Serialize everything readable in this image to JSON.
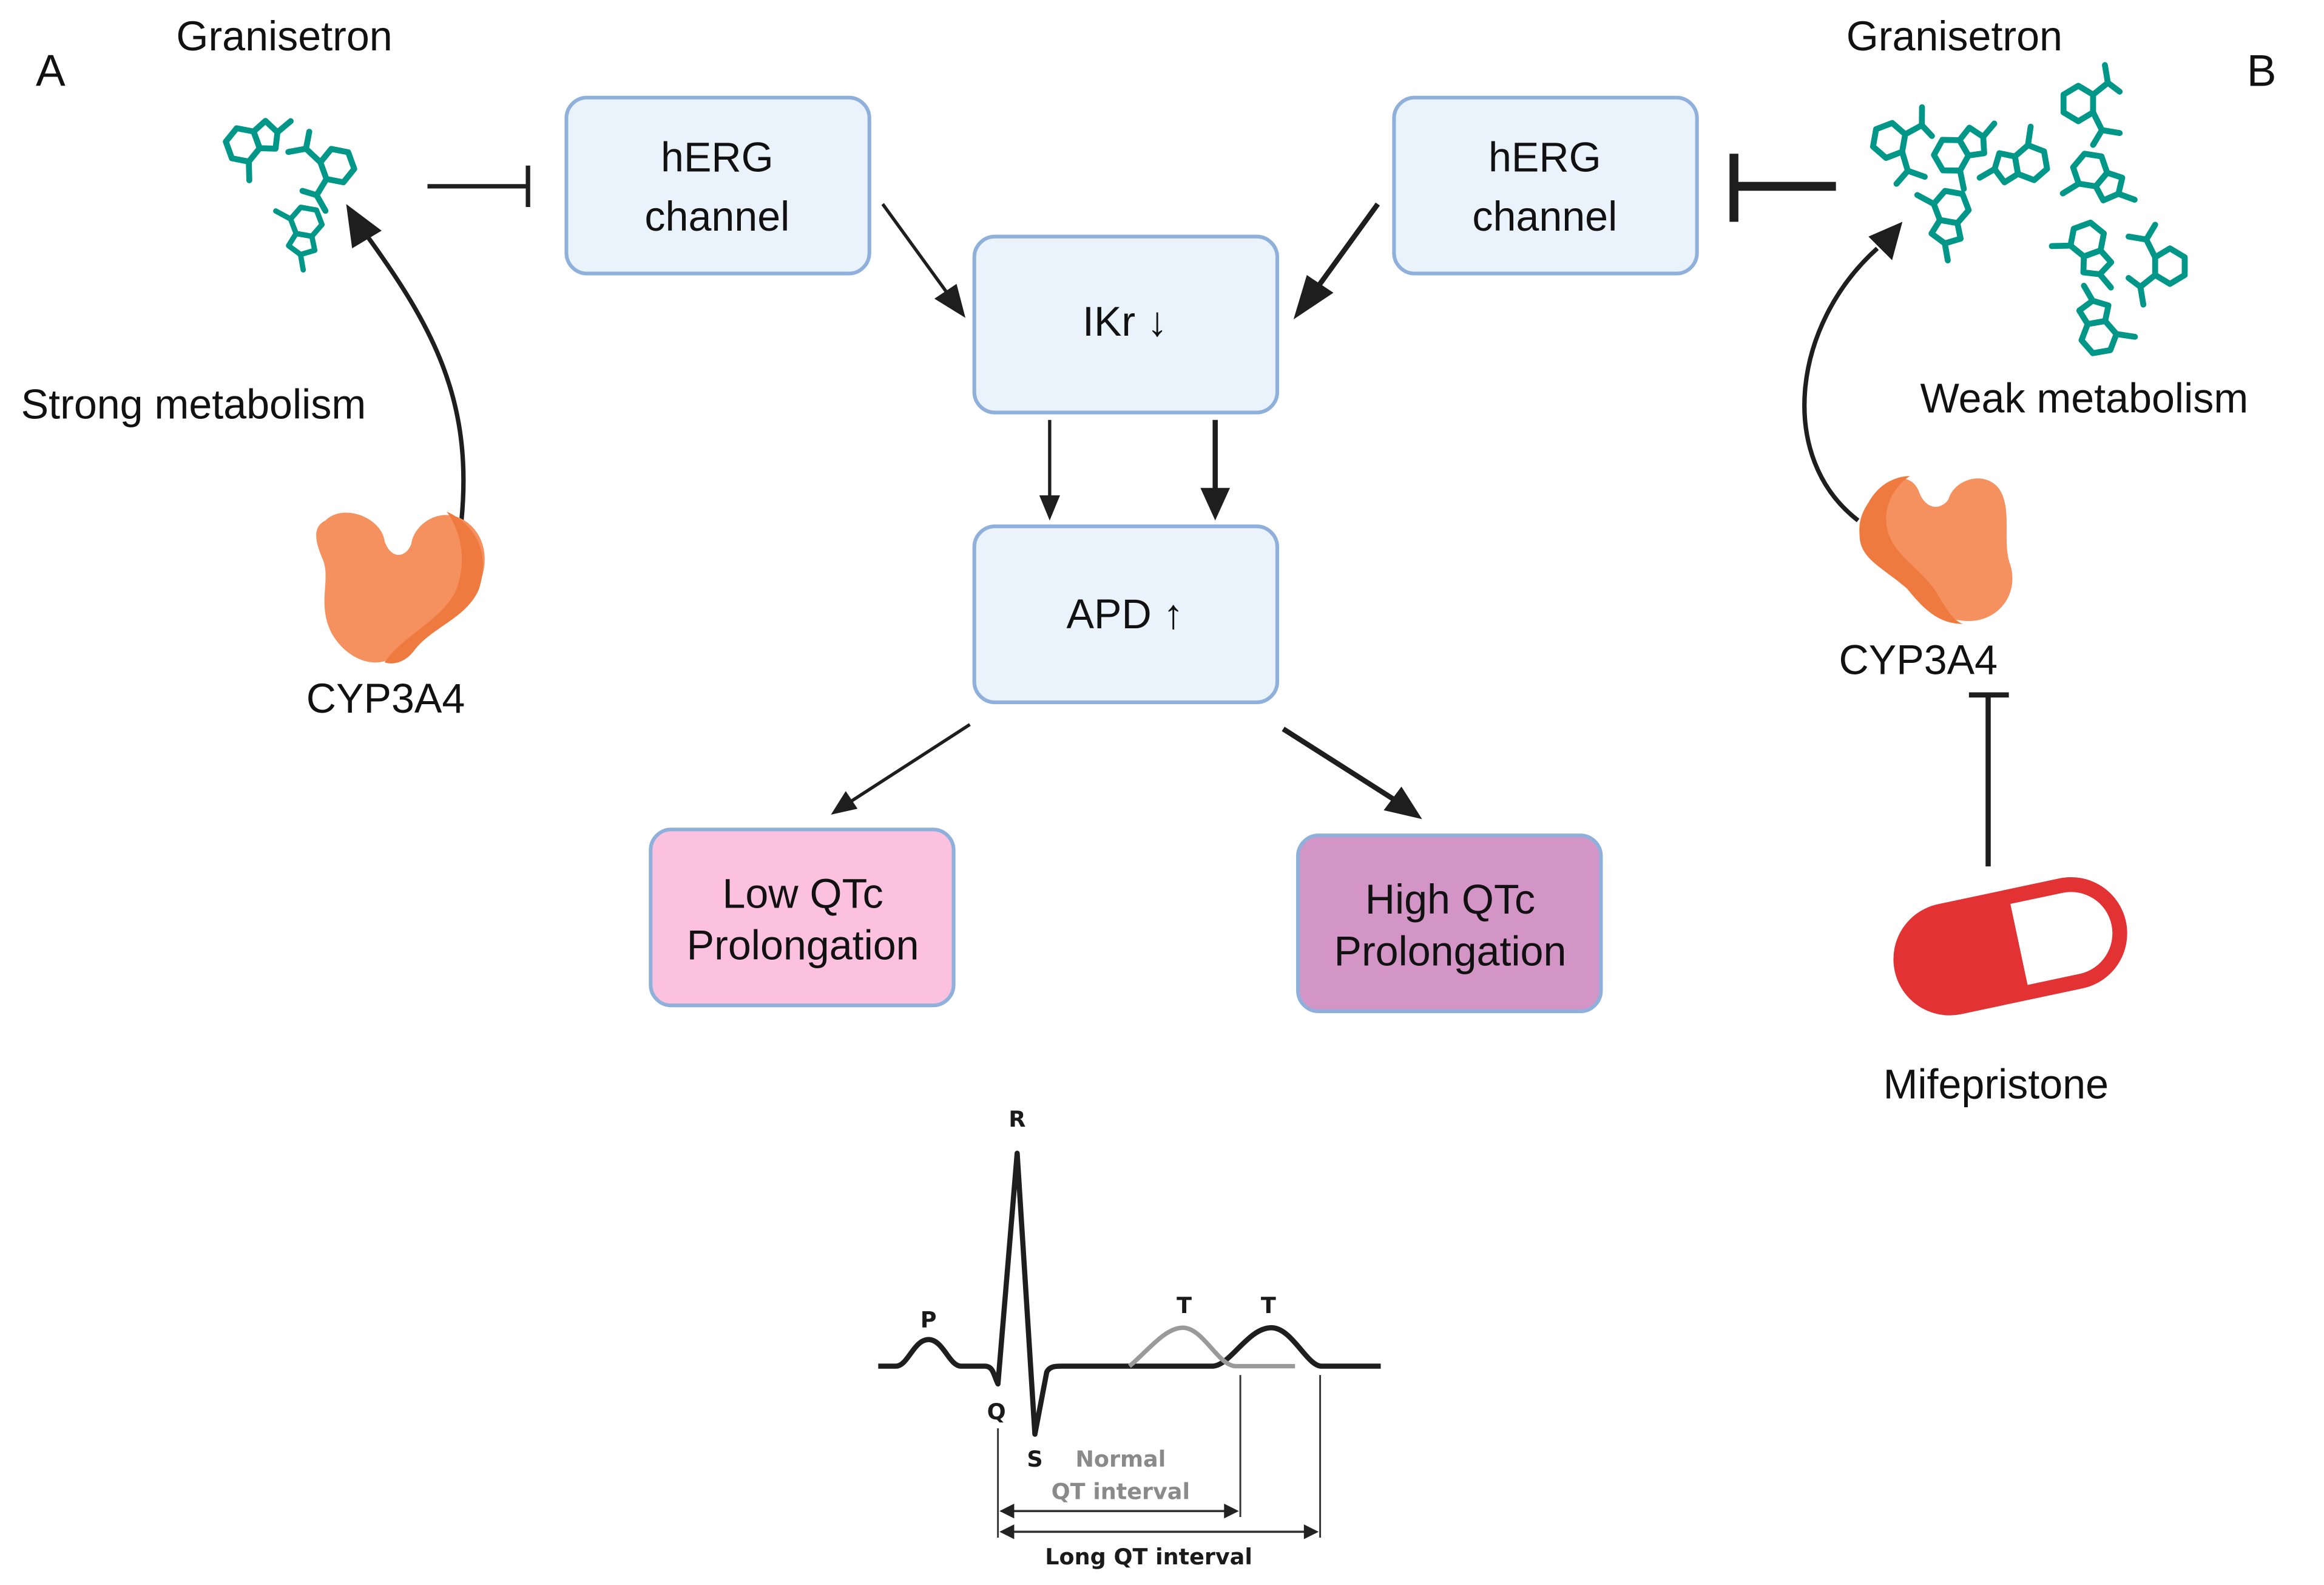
{
  "panels": {
    "left": {
      "letter": "A",
      "drug_label": "Granisetron",
      "metabolism_label": "Strong metabolism",
      "enzyme_label": "CYP3A4",
      "inhibition_strength": "weak"
    },
    "right": {
      "letter": "B",
      "drug_label": "Granisetron",
      "metabolism_label": "Weak metabolism",
      "enzyme_label": "CYP3A4",
      "inhibitor_label": "Mifepristone",
      "inhibition_strength": "strong"
    }
  },
  "nodes": {
    "herg_left": {
      "line1": "hERG",
      "line2": "channel"
    },
    "herg_right": {
      "line1": "hERG",
      "line2": "channel"
    },
    "ikr": {
      "label": "IKr ↓"
    },
    "apd": {
      "label": "APD ↑"
    },
    "low_qtc": {
      "line1": "Low QTc",
      "line2": "Prolongation"
    },
    "high_qtc": {
      "line1": "High QTc",
      "line2": "Prolongation"
    }
  },
  "ecg": {
    "wave_labels": {
      "p": "P",
      "q": "Q",
      "r": "R",
      "s": "S",
      "t_normal": "T",
      "t_long": "T"
    },
    "normal_interval": {
      "line1": "Normal",
      "line2": "QT interval"
    },
    "long_interval": "Long QT interval"
  },
  "colors": {
    "node_fill": "#eaf2fb",
    "node_border": "#8fb0da",
    "low_qtc_fill": "#fdc1e0",
    "high_qtc_fill": "#d295c6",
    "molecule": "#009688",
    "enzyme": "#f4915f",
    "enzyme_shade": "#ef7a3f",
    "pill": "#e33233"
  }
}
